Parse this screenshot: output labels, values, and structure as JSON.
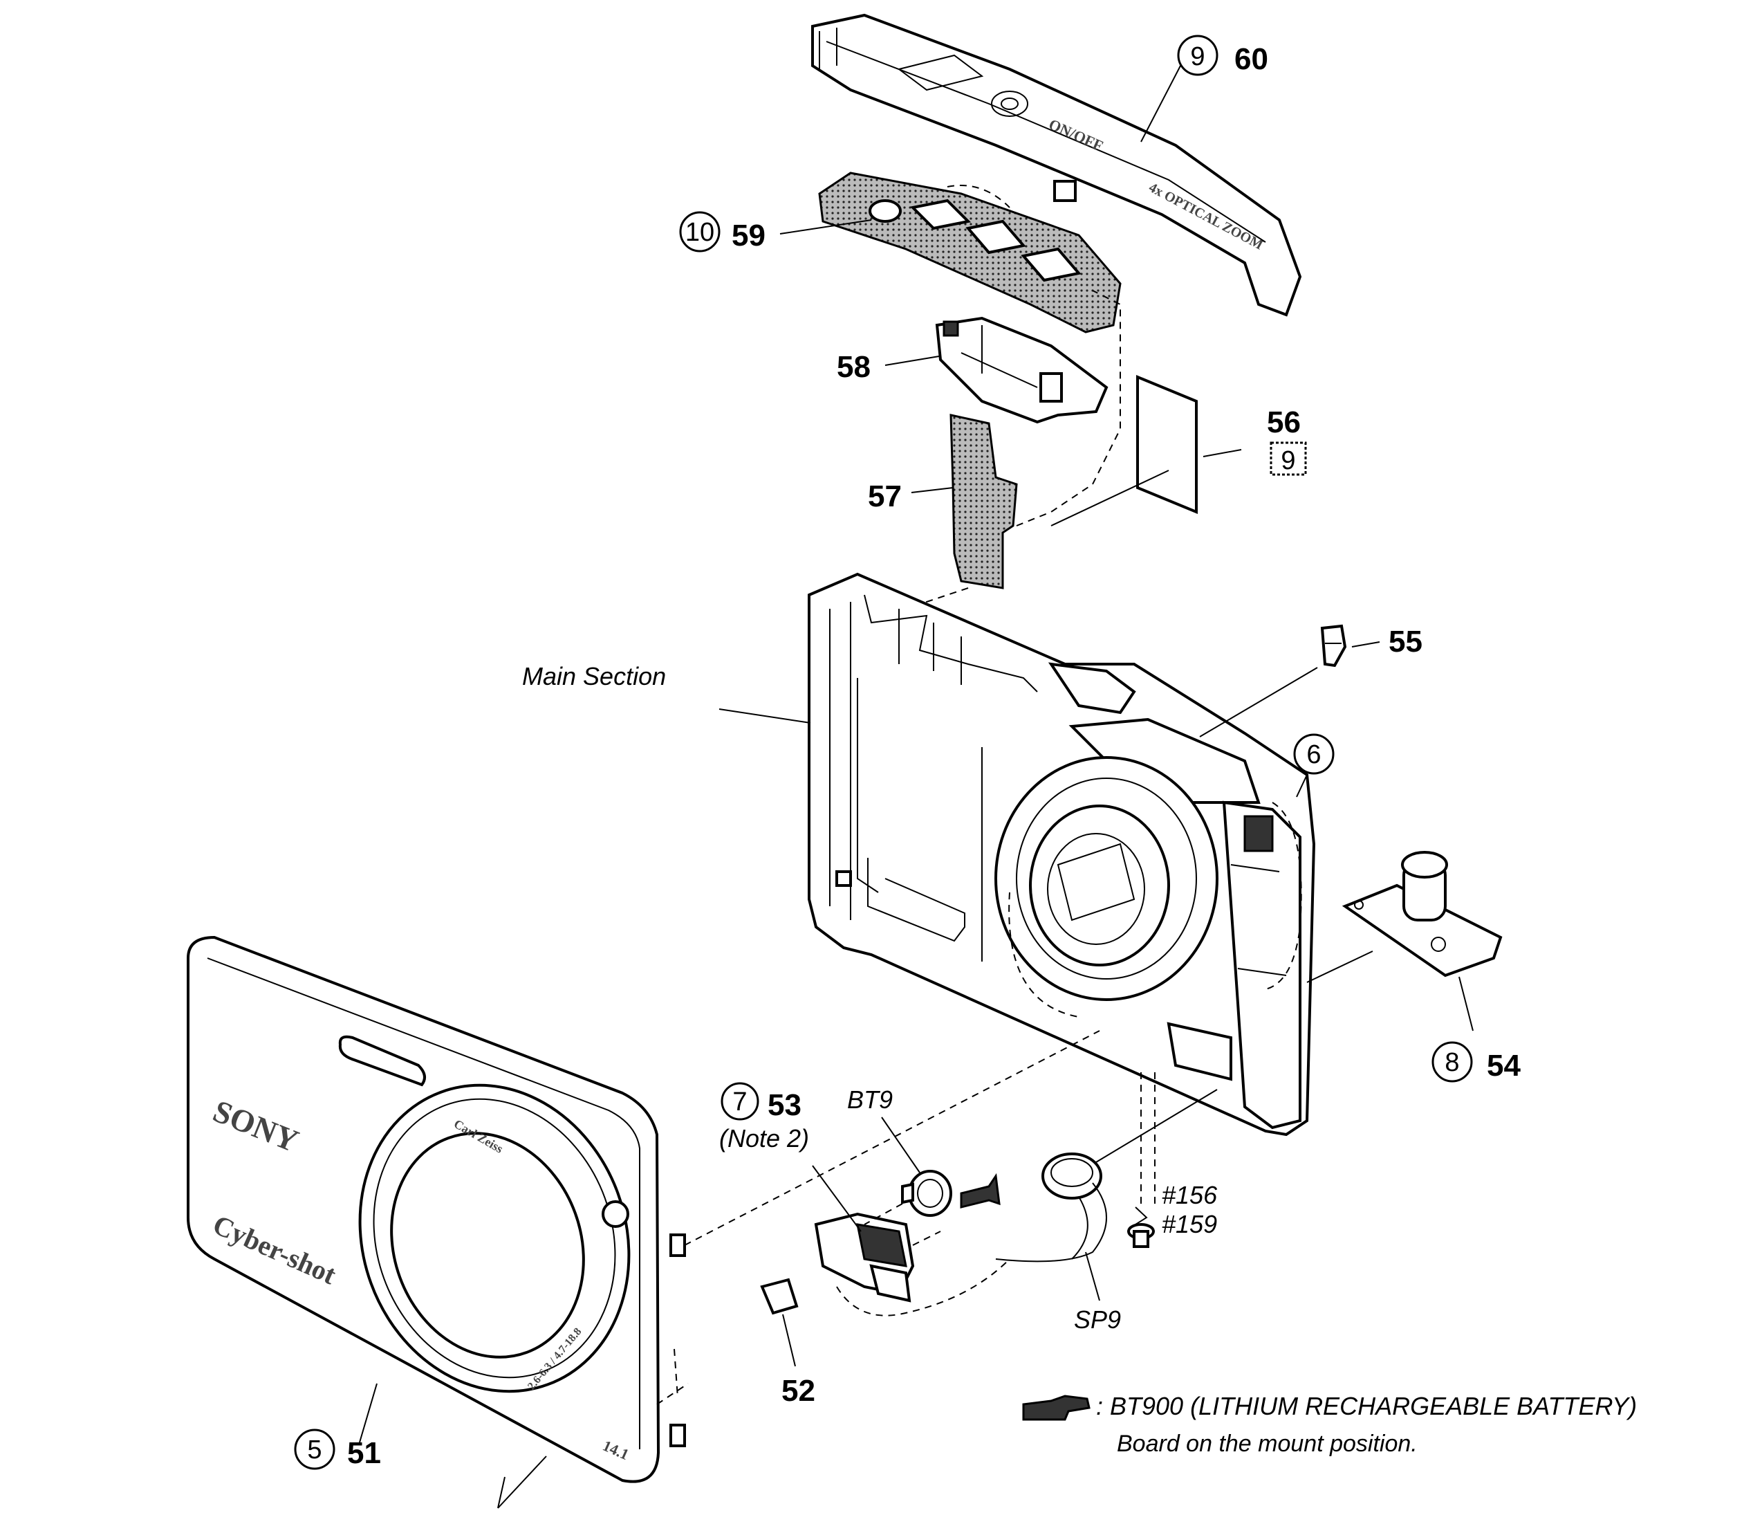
{
  "diagram": {
    "labels": {
      "p60": "60",
      "c60": "9",
      "p59": "59",
      "c59": "10",
      "p58": "58",
      "p57": "57",
      "p56": "56",
      "b56": "9",
      "p55": "55",
      "c6": "6",
      "p54": "54",
      "c54": "8",
      "p53": "53",
      "c53": "7",
      "note53": "(Note 2)",
      "bt9": "BT9",
      "p52": "52",
      "p51": "51",
      "c51": "5",
      "screw1": "#156",
      "screw2": "#159",
      "sp9": "SP9",
      "main_section": "Main Section"
    },
    "legend": {
      "line1": ": BT900 (LITHIUM RECHARGEABLE BATTERY)",
      "line2": "Board on the mount position."
    },
    "printed_marks": {
      "sony": "SONY",
      "cybershot": "Cyber-shot",
      "carl_zeiss": "Carl Zeiss",
      "lens_spec": "2.6-6.3 / 4.7-18.8",
      "megapixel": "14.1",
      "top_mode": "ON/OFF",
      "optical_zoom": "4x OPTICAL ZOOM"
    }
  }
}
